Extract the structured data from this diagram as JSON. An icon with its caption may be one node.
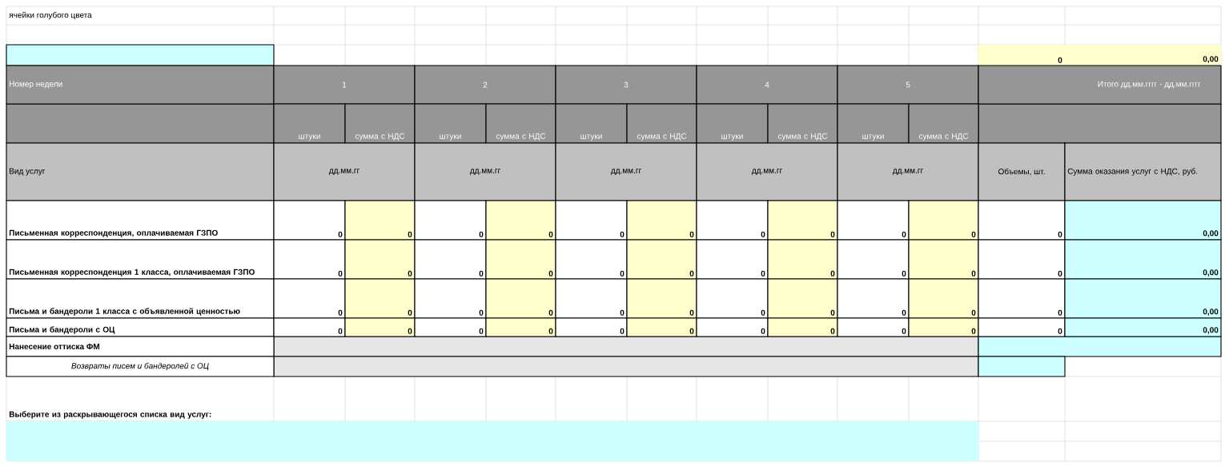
{
  "diagram": {
    "labels": [
      "ячейки голубого цвета",
      "0",
      "0,00",
      "Номер недели",
      "1",
      "2",
      "3",
      "4",
      "5",
      "Итого дд.мм.гггг - дд.мм.гггг",
      "штуки",
      "сумма с НДС",
      "штуки",
      "сумма с НДС",
      "штуки",
      "сумма с НДС",
      "штуки",
      "сумма с НДС",
      "штуки",
      "сумма с НДС",
      "Вид услуг",
      "дд.мм.гг",
      "дд.мм.гг",
      "дд.мм.гг",
      "дд.мм.гг",
      "дд.мм.гг",
      "Объемы, шт.",
      "Сумма оказания услуг с НДС, руб.",
      "Письменная корреспонденция, оплачиваемая ГЗПО",
      "0",
      "0",
      "0",
      "0",
      "0",
      "0",
      "0",
      "0",
      "0",
      "0",
      "0",
      "0,00",
      "Письменная корреспонденция 1 класса, оплачиваемая ГЗПО",
      "0",
      "0",
      "0",
      "0",
      "0",
      "0",
      "0",
      "0",
      "0",
      "0",
      "0",
      "0,00",
      "Письма и бандероли 1 класса с объявленной ценностью",
      "0",
      "0",
      "0",
      "0",
      "0",
      "0",
      "0",
      "0",
      "0",
      "0",
      "0",
      "0,00",
      "Письма и бандероли с ОЦ",
      "0",
      "0",
      "0",
      "0",
      "0",
      "0",
      "0",
      "0",
      "0",
      "0",
      "0",
      "0,00",
      "Нанесение оттиска ФМ",
      "Возвраты писем и бандеролей с ОЦ",
      "Выберите из раскрывающегося списка вид услуг:"
    ]
  }
}
